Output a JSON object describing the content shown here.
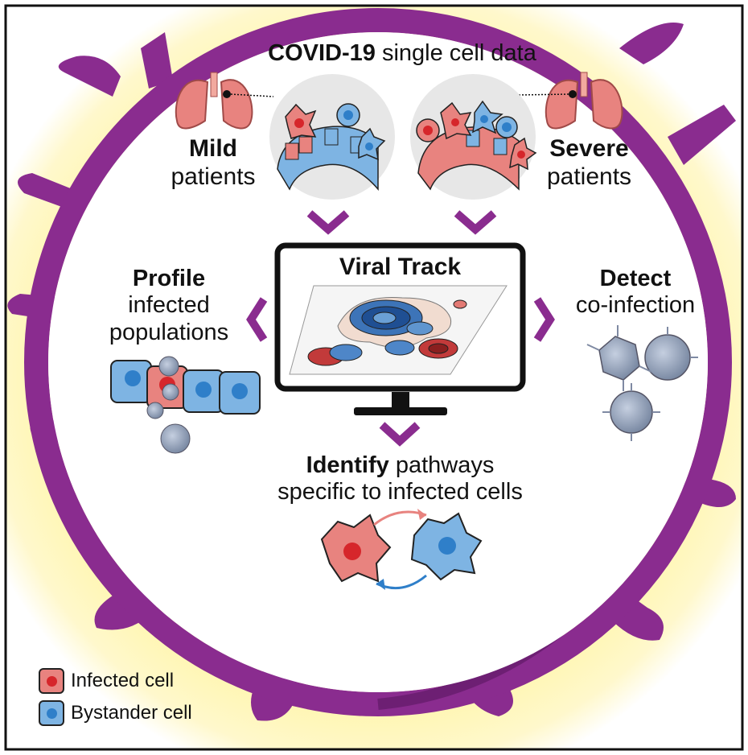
{
  "title": {
    "bold": "COVID-19",
    "rest": " single cell data"
  },
  "mild": {
    "bold": "Mild",
    "rest": "patients"
  },
  "severe": {
    "bold": "Severe",
    "rest": "patients"
  },
  "monitor_title": "Viral Track",
  "profile": {
    "bold": "Profile",
    "line2": "infected",
    "line3": "populations"
  },
  "detect": {
    "bold": "Detect",
    "line2": "co-infection"
  },
  "identify": {
    "bold": "Identify",
    "rest": " pathways",
    "line2": "specific to infected cells"
  },
  "legend": [
    {
      "label": "Infected cell",
      "fill": "#e8837f",
      "dot": "#d6262b"
    },
    {
      "label": "Bystander cell",
      "fill": "#7eb4e3",
      "dot": "#2f7fc9"
    }
  ],
  "colors": {
    "virus_purple": "#8a2c8f",
    "glow": "#fff3a6",
    "infected": "#e8837f",
    "bystander": "#7eb4e3"
  }
}
